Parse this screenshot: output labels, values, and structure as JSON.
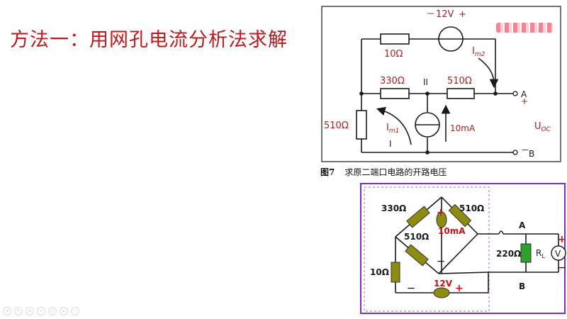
{
  "title": "方法一：用网孔电流分析法求解",
  "top_circuit": {
    "r_top": "10Ω",
    "r_middle_left": "330Ω",
    "r_middle_right": "510Ω",
    "r_left": "510Ω",
    "source_top": "12V",
    "source_top_minus": "－",
    "source_top_plus": "+",
    "current_source": "10mA",
    "mesh_current_1": "I",
    "mesh_current_1_sub": "m1",
    "mesh_current_2": "I",
    "mesh_current_2_sub": "m2",
    "node_I": "I",
    "node_II": "II",
    "terminal_A": "A",
    "terminal_B": "B",
    "terminal_plus": "+",
    "terminal_minus": "－",
    "voltage_label": "U",
    "voltage_label_sub": "OC"
  },
  "figure_caption": {
    "number": "图7",
    "text": "求原二端口电路的开路电压"
  },
  "bottom_circuit": {
    "r_330": "330Ω",
    "r_510_right": "510Ω",
    "r_510_inner": "510Ω",
    "r_10": "10Ω",
    "source_10mA": "10mA",
    "source_12V": "12V",
    "plus_current": "+",
    "minus_current": "－",
    "plus_voltage": "+",
    "minus_voltage": "－",
    "r_220": "220Ω",
    "r_load": "R",
    "r_load_sub": "L",
    "voltmeter": "V",
    "terminal_A": "A",
    "terminal_B": "B",
    "plus_meter": "+",
    "minus_meter": "－"
  },
  "colors": {
    "title": "#c0181c",
    "label_red": "#b02020",
    "wire": "#1a1a1a",
    "component_green": "#2aa32a",
    "component_olive": "#8c8c10",
    "dashed_box": "#c080c0",
    "frame_top": "#444444",
    "frame_bottom": "#7b2fbe"
  }
}
